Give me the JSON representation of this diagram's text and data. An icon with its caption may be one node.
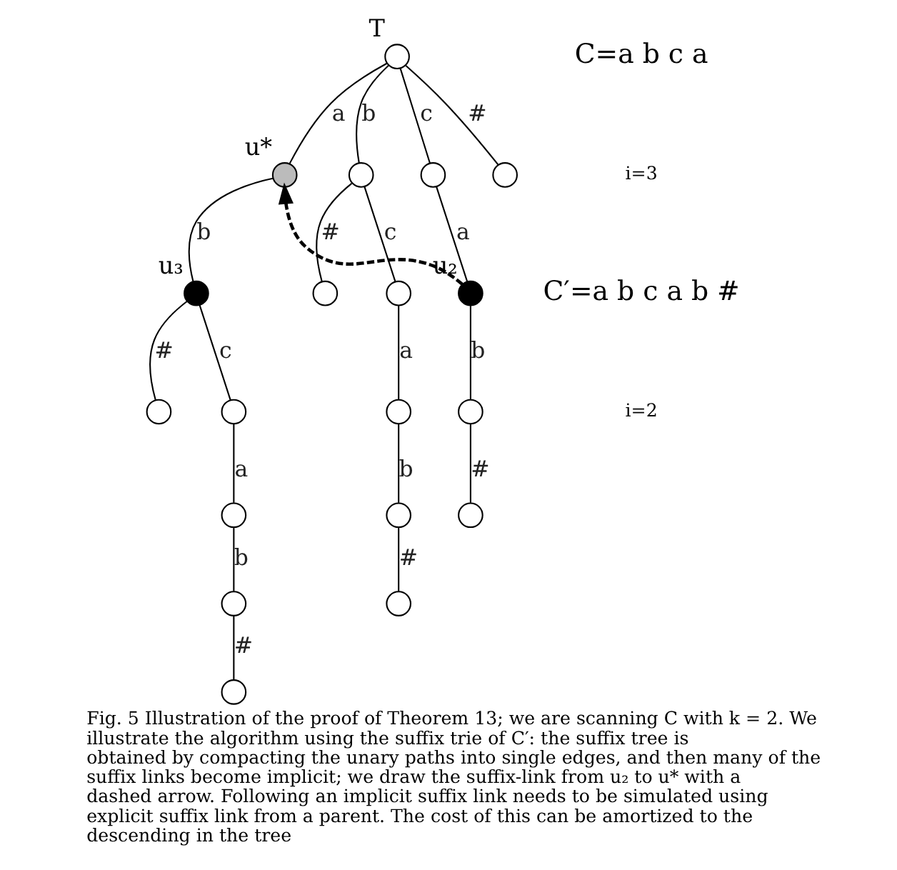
{
  "diagram": {
    "caption": "Fig. 5 Illustration of the proof of Theorem 13; we are scanning C with k = 2. We illustrate the algorithm using the suffix trie of C′: the suffix tree is obtained by compacting the unary paths into single edges, and then many of the suffix links become implicit; we draw the suffix-link from u₂ to u* with a dashed arrow. Following an implicit suffix link needs to be simulated using explicit suffix link from a parent. The cost of this can be amortized to the descending in the tree",
    "nodes": [
      {
        "text": [],
        "shape": "circle",
        "beside": [
          "T"
        ]
      },
      {
        "text": [],
        "shape": "circle",
        "beside": [
          "u*"
        ]
      },
      {
        "text": [],
        "shape": "circle"
      },
      {
        "text": [],
        "shape": "circle"
      },
      {
        "text": [],
        "shape": "circle"
      },
      {
        "text": [],
        "shape": "circle",
        "beside": [
          "u₃"
        ]
      },
      {
        "text": [],
        "shape": "circle"
      },
      {
        "text": [],
        "shape": "circle"
      },
      {
        "text": [],
        "shape": "circle",
        "beside": [
          "u₂"
        ]
      },
      {
        "text": [],
        "shape": "circle"
      },
      {
        "text": [],
        "shape": "circle"
      },
      {
        "text": [],
        "shape": "circle"
      },
      {
        "text": [],
        "shape": "circle"
      },
      {
        "text": [],
        "shape": "circle"
      },
      {
        "text": [],
        "shape": "circle"
      },
      {
        "text": [],
        "shape": "circle"
      },
      {
        "text": [],
        "shape": "circle"
      },
      {
        "text": [],
        "shape": "circle"
      },
      {
        "text": [],
        "shape": "circle"
      }
    ],
    "edges": [
      {
        "from": 0,
        "to": 1,
        "arrow": "none",
        "label": "a"
      },
      {
        "from": 0,
        "to": 2,
        "arrow": "none",
        "label": "b"
      },
      {
        "from": 0,
        "to": 3,
        "arrow": "none",
        "label": "c"
      },
      {
        "from": 0,
        "to": 4,
        "arrow": "none",
        "label": "#"
      },
      {
        "from": 1,
        "to": 5,
        "arrow": "none",
        "label": "b"
      },
      {
        "from": 2,
        "to": 6,
        "arrow": "none",
        "label": "c"
      },
      {
        "from": 2,
        "to": 7,
        "arrow": "none",
        "label": "#"
      },
      {
        "from": 3,
        "to": 8,
        "arrow": "none",
        "label": "a"
      },
      {
        "from": 5,
        "to": 9,
        "arrow": "none",
        "label": "#"
      },
      {
        "from": 5,
        "to": 10,
        "arrow": "none",
        "label": "c"
      },
      {
        "from": 6,
        "to": 11,
        "arrow": "none",
        "label": "a"
      },
      {
        "from": 8,
        "to": 12,
        "arrow": "none",
        "label": "b"
      },
      {
        "from": 10,
        "to": 13,
        "arrow": "none",
        "label": "a"
      },
      {
        "from": 11,
        "to": 14,
        "arrow": "none",
        "label": "b"
      },
      {
        "from": 12,
        "to": 15,
        "arrow": "none",
        "label": "#"
      },
      {
        "from": 13,
        "to": 16,
        "arrow": "none",
        "label": "b"
      },
      {
        "from": 14,
        "to": 17,
        "arrow": "none",
        "label": "#"
      },
      {
        "from": 16,
        "to": 18,
        "arrow": "none",
        "label": "#"
      },
      {
        "from": 8,
        "to": 1,
        "arrow": "to",
        "style": "dashed",
        "color": "#000000"
      }
    ],
    "labels": [
      "C=a b c a",
      "i=3",
      "C′=a b c a b #",
      "i=2"
    ]
  }
}
